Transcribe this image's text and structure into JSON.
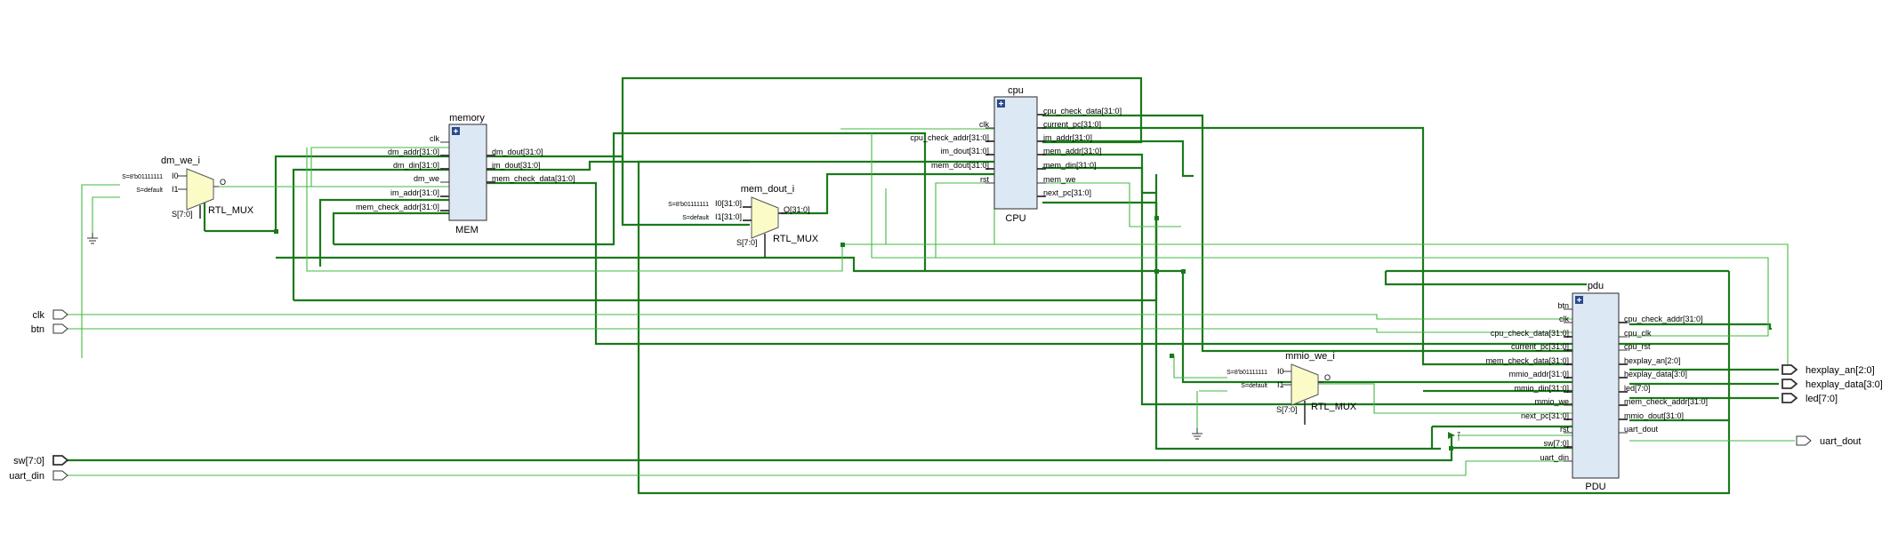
{
  "colors": {
    "bus": "#1a7a1a",
    "wire": "#43b843",
    "cell_fill": "#dde8f5",
    "cell_border": "#2a2a2a",
    "mux_fill": "#fbfbc8",
    "mux_border": "#555555",
    "expand_icon_bg": "#2b4a8a"
  },
  "top_ports": {
    "clk": "clk",
    "btn": "btn",
    "sw": "sw[7:0]",
    "uart_din": "uart_din",
    "hexplay_an": "hexplay_an[2:0]",
    "hexplay_data": "hexplay_data[3:0]",
    "led": "led[7:0]",
    "uart_dout": "uart_dout"
  },
  "memory": {
    "instance": "memory",
    "cell": "MEM",
    "inputs": [
      "clk",
      "dm_addr[31:0]",
      "dm_din[31:0]",
      "dm_we",
      "im_addr[31:0]",
      "mem_check_addr[31:0]"
    ],
    "outputs": [
      "dm_dout[31:0]",
      "im_dout[31:0]",
      "mem_check_data[31:0]"
    ]
  },
  "cpu": {
    "instance": "cpu",
    "cell": "CPU",
    "inputs": [
      "clk",
      "cpu_check_addr[31:0]",
      "im_dout[31:0]",
      "mem_dout[31:0]",
      "rst"
    ],
    "outputs": [
      "cpu_check_data[31:0]",
      "current_pc[31:0]",
      "im_addr[31:0]",
      "mem_addr[31:0]",
      "mem_din[31:0]",
      "mem_we",
      "next_pc[31:0]"
    ]
  },
  "pdu": {
    "instance": "pdu",
    "cell": "PDU",
    "inputs": [
      "btn",
      "clk",
      "cpu_check_data[31:0]",
      "current_pc[31:0]",
      "mem_check_data[31:0]",
      "mmio_addr[31:0]",
      "mmio_din[31:0]",
      "mmio_we",
      "next_pc[31:0]",
      "rst",
      "sw[7:0]",
      "uart_din"
    ],
    "outputs": [
      "cpu_check_addr[31:0]",
      "cpu_clk",
      "cpu_rst",
      "hexplay_an[2:0]",
      "hexplay_data[3:0]",
      "led[7:0]",
      "mem_check_addr[31:0]",
      "mmio_dout[31:0]",
      "uart_dout"
    ]
  },
  "dm_we_mux": {
    "instance": "dm_we_i",
    "cell": "RTL_MUX",
    "i0": "I0",
    "i1": "I1",
    "out": "O",
    "sel": "S[7:0]",
    "s0": "S=8'b01111111",
    "s1": "S=default"
  },
  "mem_dout_mux": {
    "instance": "mem_dout_i",
    "cell": "RTL_MUX",
    "i0": "I0[31:0]",
    "i1": "I1[31:0]",
    "out": "O[31:0]",
    "sel": "S[7:0]",
    "s0": "S=8'b01111111",
    "s1": "S=default"
  },
  "mmio_we_mux": {
    "instance": "mmio_we_i",
    "cell": "RTL_MUX",
    "i0": "I0",
    "i1": "I1",
    "out": "O",
    "sel": "S[7:0]",
    "s0": "S=8'b01111111",
    "s1": "S=default"
  },
  "bus_width_label": "7"
}
